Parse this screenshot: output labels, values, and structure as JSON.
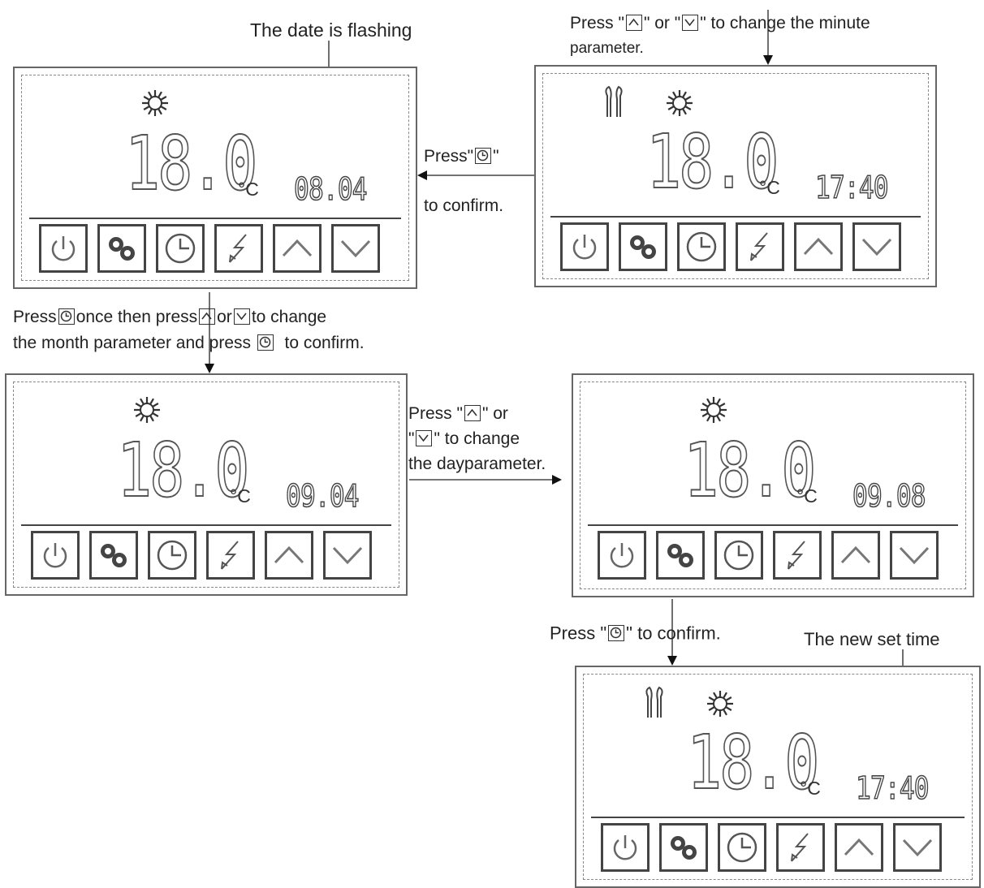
{
  "captions": {
    "date_flashing": "The date is flashing",
    "top_right_1a": "Press \"",
    "top_right_1b": "\" or  \"",
    "top_right_1c": "\" to change the minute",
    "top_right_2": "parameter.",
    "press_confirm_a": "Press\"",
    "press_confirm_b": "\"",
    "to_confirm": "to confirm.",
    "month_1a": "Press",
    "month_1b": "once then press",
    "month_1c": "or",
    "month_1d": "to change",
    "month_2a": "the month parameter and press",
    "month_2b": "to confirm.",
    "day_1a": "Press \"",
    "day_1b": "\" or",
    "day_2a": "\"",
    "day_2b": "\"  to change",
    "day_3": "the dayparameter.",
    "confirm2_a": "Press \"",
    "confirm2_b": "\" to confirm.",
    "new_set_time": "The new set time"
  },
  "panels": [
    {
      "temp": "18.0",
      "unit": "°C",
      "readout": "08.04",
      "fan": false
    },
    {
      "temp": "18.0",
      "unit": "°C",
      "readout": "17:40",
      "fan": true
    },
    {
      "temp": "18.0",
      "unit": "°C",
      "readout": "09.04",
      "fan": false
    },
    {
      "temp": "18.0",
      "unit": "°C",
      "readout": "09.08",
      "fan": false
    },
    {
      "temp": "18.0",
      "unit": "°C",
      "readout": "17:40",
      "fan": true
    }
  ],
  "buttons": [
    "power-icon",
    "gears-icon",
    "clock-icon",
    "lightning-icon",
    "up-chevron-icon",
    "down-chevron-icon"
  ],
  "colors": {
    "line": "#444444",
    "panel_border": "#666666"
  }
}
